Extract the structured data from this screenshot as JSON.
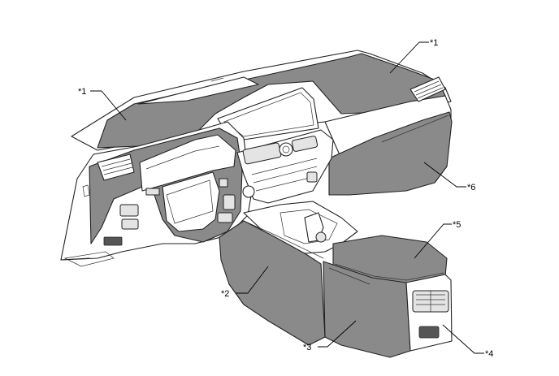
{
  "callouts": {
    "c1_left": "*1",
    "c1_right": "*1",
    "c2": "*2",
    "c3": "*3",
    "c4": "*4",
    "c5": "*5",
    "c6": "*6"
  }
}
